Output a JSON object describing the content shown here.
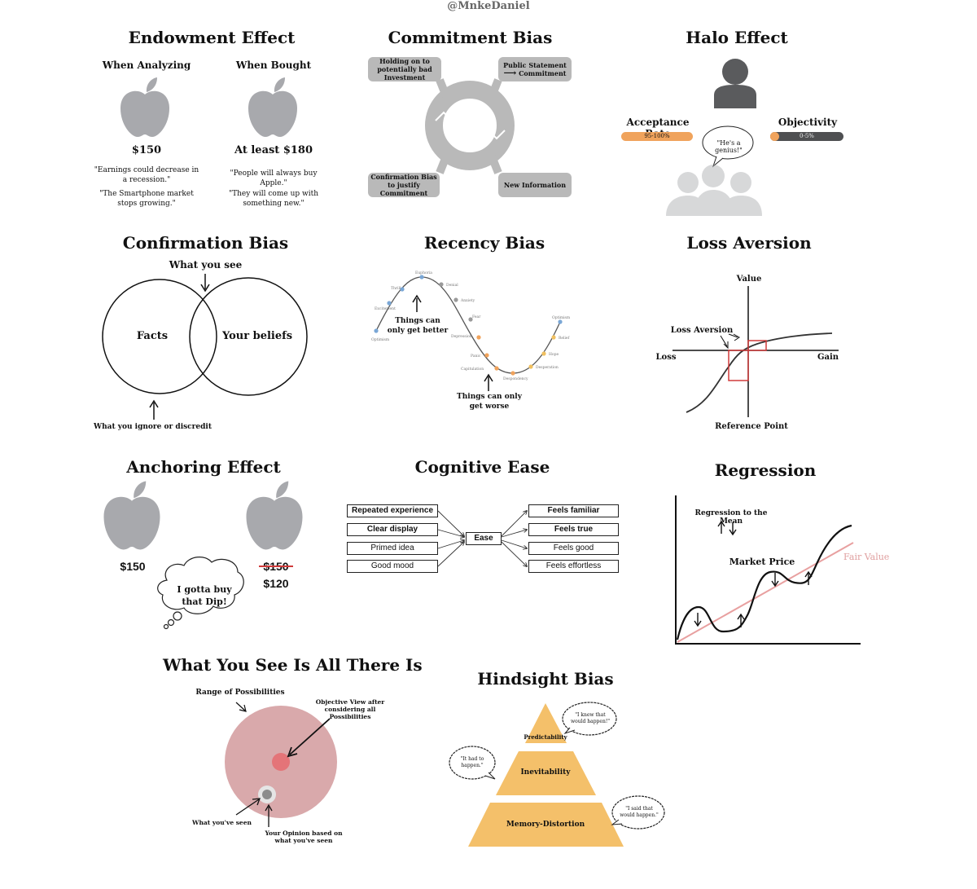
{
  "handle": "@MnkeDaniel",
  "colors": {
    "gray": "#a8a9ad",
    "orange": "#f0a35c",
    "pink": "#d9a9ab",
    "red": "#d03a3a",
    "dark": "#4f5052",
    "yellow": "#f4c06a"
  },
  "endowment": {
    "title": "Endowment Effect",
    "analyzing": {
      "label": "When Analyzing",
      "price": "$150",
      "quote1": "\"Earnings could decrease in a recession.\"",
      "quote2": "\"The Smartphone market stops growing.\""
    },
    "bought": {
      "label": "When Bought",
      "price": "At least $180",
      "quote1": "\"People will always buy Apple.\"",
      "quote2": "\"They will come up with something new.\""
    }
  },
  "commitment": {
    "title": "Commitment Bias",
    "box1": "Holding on to potentially bad Investment",
    "box2_line1": "Public Statement",
    "box2_line2": "Commitment",
    "box3": "Confirmation Bias to justify Commitment",
    "box4": "New Information"
  },
  "halo": {
    "title": "Halo Effect",
    "acceptance_label": "Acceptance Rate",
    "acceptance_value": "95-100%",
    "objectivity_label": "Objectivity",
    "objectivity_value": "0-5%",
    "bubble": "\"He's a genius!\""
  },
  "confirmation": {
    "title": "Confirmation Bias",
    "top": "What you see",
    "left": "Facts",
    "right": "Your beliefs",
    "bottom": "What you ignore or discredit"
  },
  "recency": {
    "title": "Recency Bias",
    "better": "Things can only get better",
    "worse": "Things can only get worse",
    "stages": [
      "Optimism",
      "Excitement",
      "Thrill",
      "Euphoria",
      "Denial",
      "Anxiety",
      "Fear",
      "Depression",
      "Panic",
      "Capitulation",
      "Despondency",
      "Desperation",
      "Hope",
      "Relief",
      "Optimism"
    ]
  },
  "loss": {
    "title": "Loss Aversion",
    "value": "Value",
    "loss": "Loss",
    "gain": "Gain",
    "reference": "Reference Point",
    "annotation": "Loss Aversion"
  },
  "anchoring": {
    "title": "Anchoring Effect",
    "price1": "$150",
    "old_price": "$150",
    "new_price": "$120",
    "thought": "I gotta buy that Dip!"
  },
  "cognitive": {
    "title": "Cognitive Ease",
    "inputs": [
      "Repeated experience",
      "Clear display",
      "Primed idea",
      "Good mood"
    ],
    "center": "Ease",
    "outputs": [
      "Feels familiar",
      "Feels true",
      "Feels good",
      "Feels effortless"
    ]
  },
  "regression": {
    "title": "Regression",
    "mean_label": "Regression to the Mean",
    "market_price": "Market Price",
    "fair_value": "Fair Value"
  },
  "wysiati": {
    "title": "What You See Is All There Is",
    "range": "Range of Possibilities",
    "objective": "Objective View after considering all Possibilities",
    "seen": "What you've seen",
    "opinion": "Your Opinion based on what you've seen"
  },
  "hindsight": {
    "title": "Hindsight Bias",
    "levels": [
      "Predictability",
      "Inevitability",
      "Memory-Distortion"
    ],
    "bubble1": "\"I knew that would happen!\"",
    "bubble2": "\"It had to happen.\"",
    "bubble3": "\"I said that would happen.\""
  }
}
